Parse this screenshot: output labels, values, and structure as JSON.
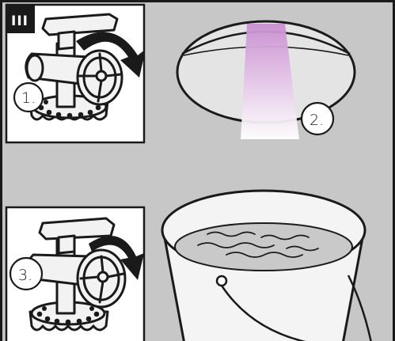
{
  "step_badge": "III",
  "steps": [
    {
      "label": "1."
    },
    {
      "label": "2."
    },
    {
      "label": "3."
    }
  ],
  "colors": {
    "background": "#c7c7c7",
    "ink": "#1a1a1a",
    "light_beam_top": "#c98ed1",
    "light_beam_bottom": "#ffffff"
  },
  "icons": [
    "meat-grinder-icon",
    "rotation-arrow-icon",
    "drain-hole-icon",
    "light-beam-icon",
    "bucket-icon",
    "water-icon"
  ]
}
